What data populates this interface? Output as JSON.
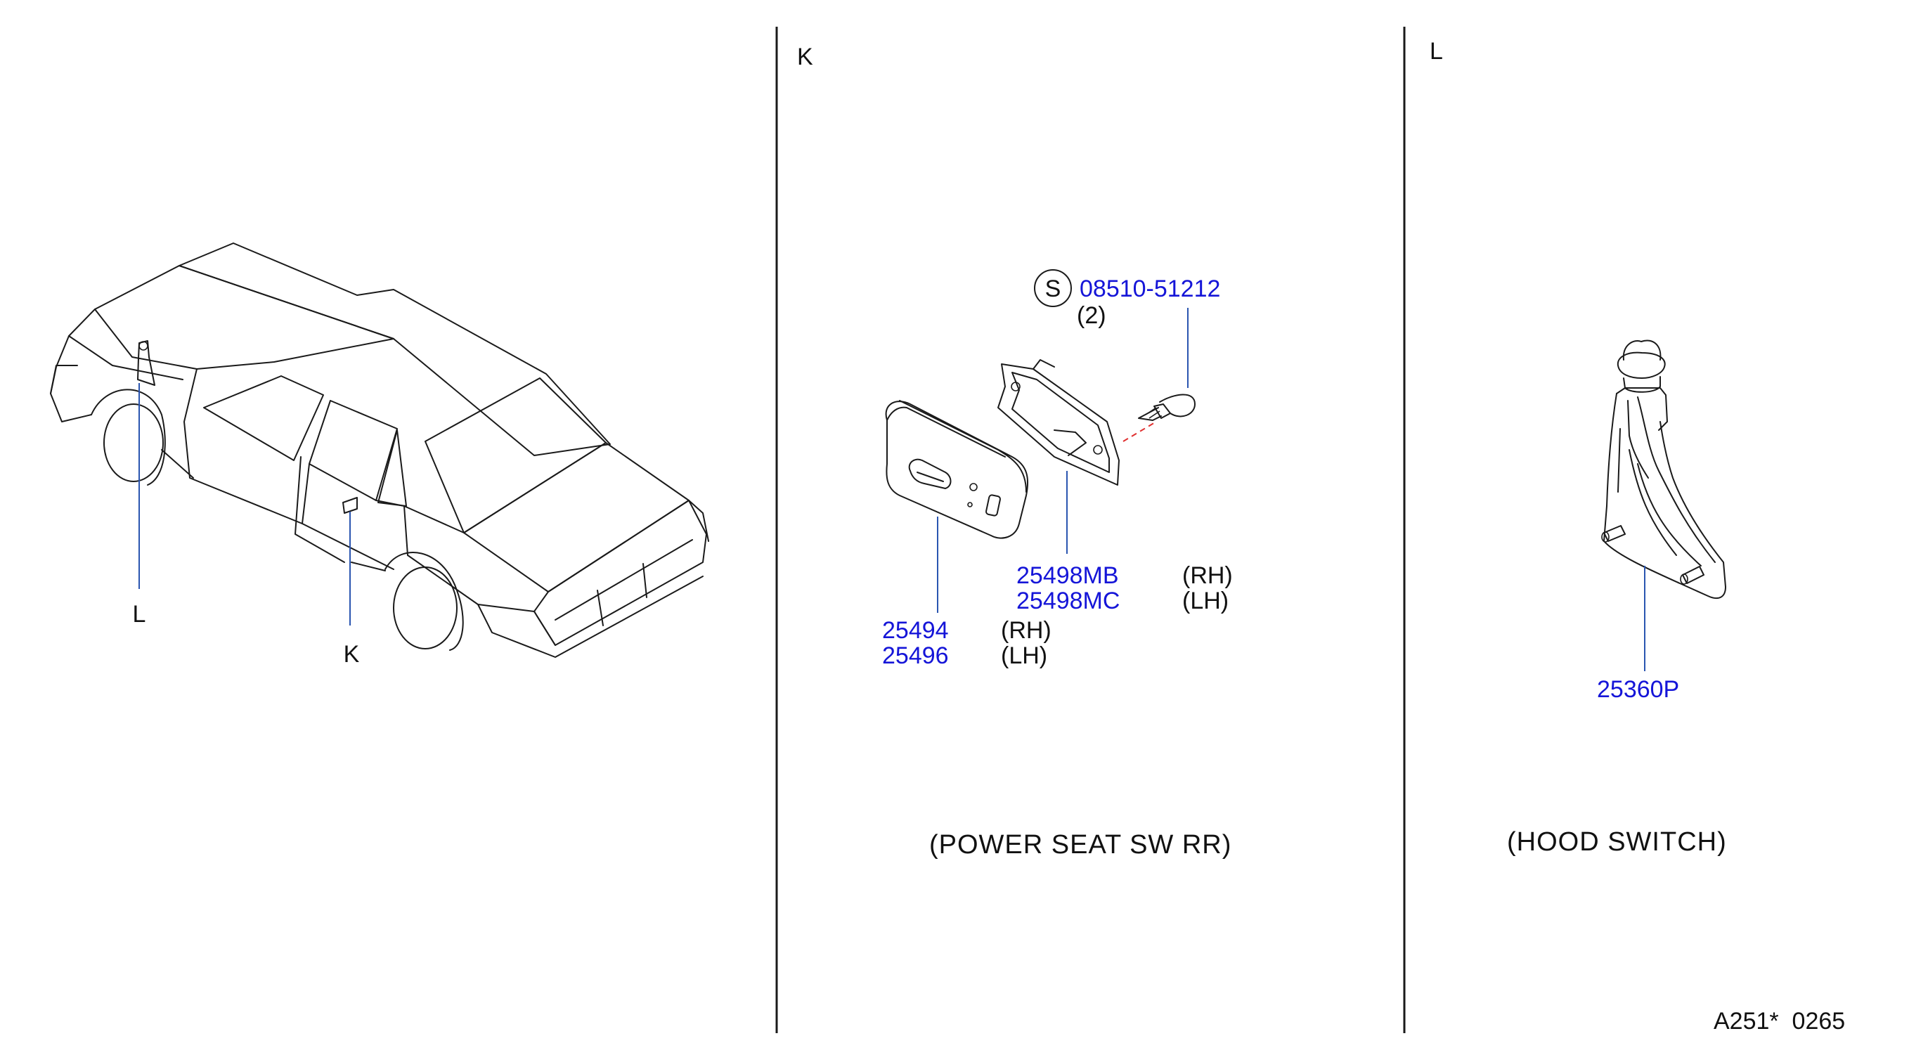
{
  "views": {
    "overview": {
      "callout_l": "L",
      "callout_k": "K"
    },
    "k": {
      "view_label": "K",
      "caption": "(POWER  SEAT  SW  RR)",
      "screw": {
        "symbol": "S",
        "part_number": "08510-51212",
        "qty": "(2)"
      },
      "bezel": [
        {
          "part_number": "25498MB",
          "side": "(RH)"
        },
        {
          "part_number": "25498MC",
          "side": "(LH)"
        }
      ],
      "switch": [
        {
          "part_number": "25494",
          "side": "(RH)"
        },
        {
          "part_number": "25496",
          "side": "(LH)"
        }
      ]
    },
    "l": {
      "view_label": "L",
      "caption": "(HOOD  SWITCH)",
      "part_number": "25360P"
    }
  },
  "footer_code": "A251*  0265",
  "colors": {
    "part_number": "#1515d8",
    "leader": "#2a55b0",
    "line": "#1a1a1a",
    "dashed": "#e03030"
  }
}
